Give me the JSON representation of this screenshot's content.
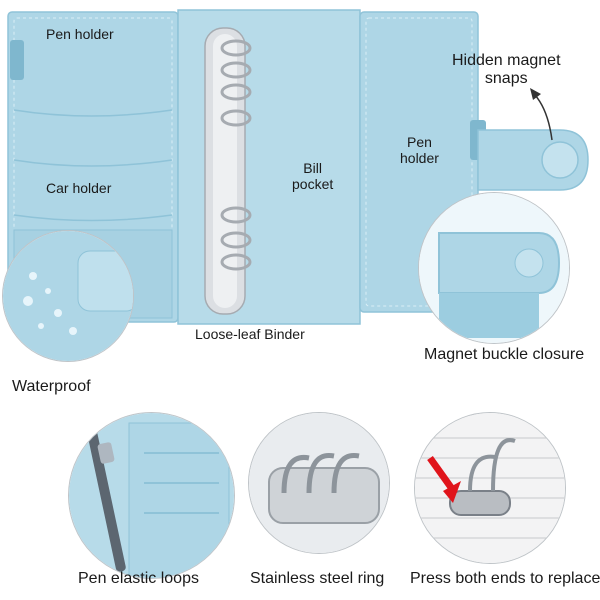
{
  "labels": {
    "pen_holder_left": "Pen holder",
    "car_holder": "Car holder",
    "bill_pocket_1": "Bill",
    "bill_pocket_2": "pocket",
    "pen_holder_right_1": "Pen",
    "pen_holder_right_2": "holder",
    "hidden_magnet_1": "Hidden magnet",
    "hidden_magnet_2": "snaps",
    "loose_leaf_binder": "Loose-leaf Binder",
    "magnet_buckle": "Magnet buckle closure",
    "waterproof": "Waterproof",
    "pen_elastic_loops": "Pen elastic loops",
    "stainless_ring": "Stainless steel ring",
    "press_both_ends": "Press both ends to replace"
  },
  "colors": {
    "binder_blue": "#aed6e6",
    "binder_blue_dark": "#8fc3d8",
    "stitch": "#d9eef6",
    "ring_silver": "#c9ccd0",
    "arrow_red": "#e0141b"
  },
  "icons": [
    "binder-ring-icon",
    "magnet-snap-icon",
    "red-arrow-icon"
  ]
}
